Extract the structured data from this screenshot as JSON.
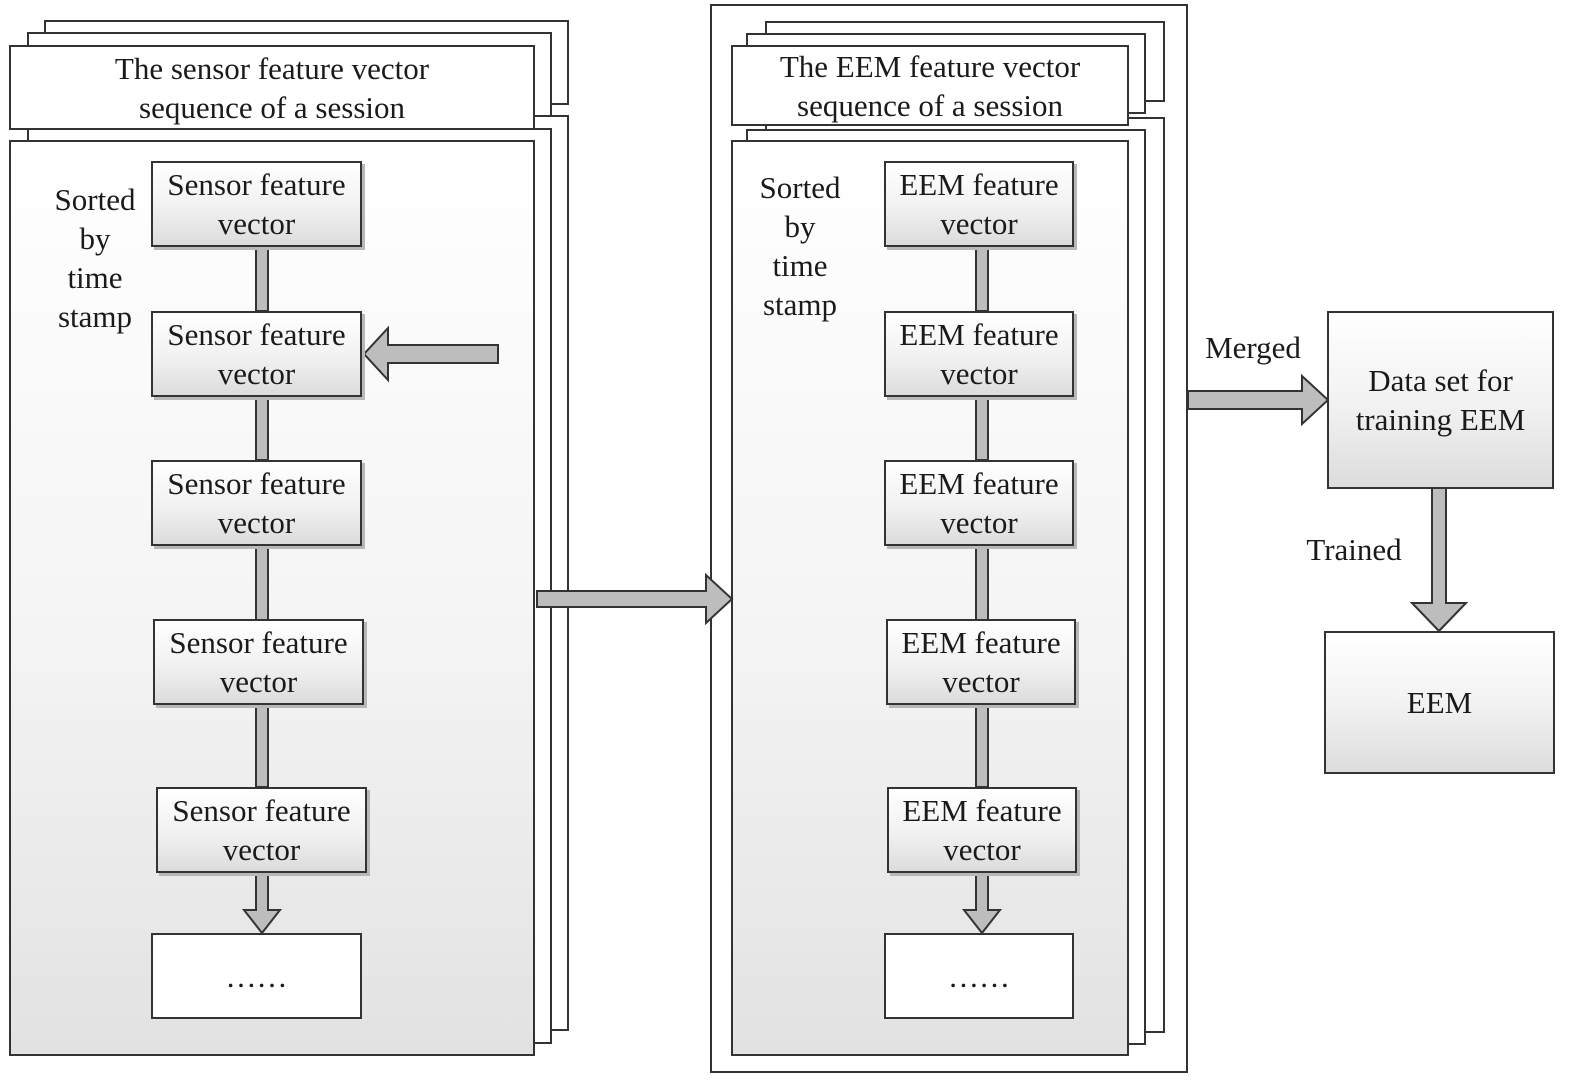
{
  "left_group": {
    "header": [
      "The sensor feature vector",
      "sequence of a session"
    ],
    "sort_label": [
      "Sorted",
      "by",
      "time",
      "stamp"
    ],
    "items": [
      [
        "Sensor feature",
        "vector"
      ],
      [
        "Sensor feature",
        "vector"
      ],
      [
        "Sensor feature",
        "vector"
      ],
      [
        "Sensor feature",
        "vector"
      ],
      [
        "Sensor feature",
        "vector"
      ]
    ],
    "ellipsis": "……"
  },
  "middle_group": {
    "header": [
      "The EEM feature vector",
      "sequence of a session"
    ],
    "sort_label": [
      "Sorted",
      "by",
      "time",
      "stamp"
    ],
    "items": [
      [
        "EEM feature",
        "vector"
      ],
      [
        "EEM feature",
        "vector"
      ],
      [
        "EEM feature",
        "vector"
      ],
      [
        "EEM feature",
        "vector"
      ],
      [
        "EEM feature",
        "vector"
      ]
    ],
    "ellipsis": "……"
  },
  "merged_label": "Merged",
  "dataset_box": [
    "Data set for",
    "training EEM"
  ],
  "trained_label": "Trained",
  "eem_box": "EEM"
}
